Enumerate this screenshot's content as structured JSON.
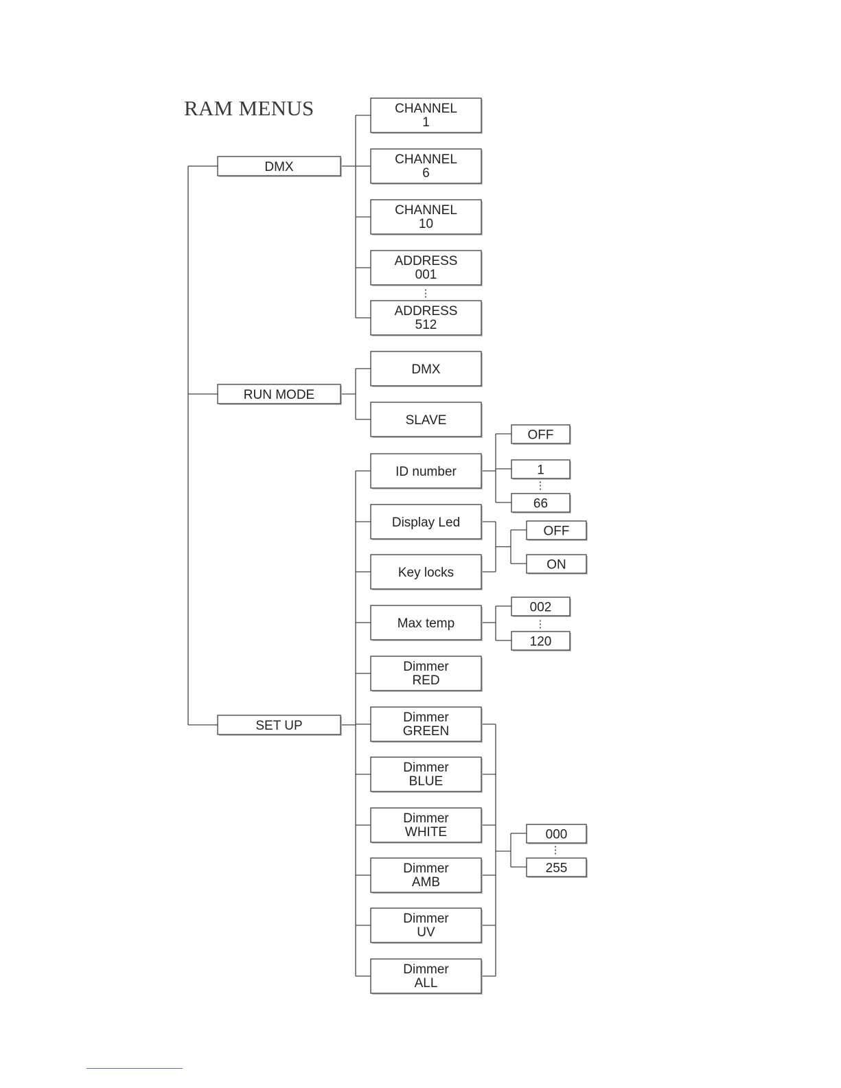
{
  "page": {
    "title": "RAM MENUS"
  },
  "diagram": {
    "main_menu": [
      "DMX",
      "RUN MODE",
      "SET UP"
    ],
    "dmx": [
      {
        "line1": "CHANNEL",
        "line2": "1"
      },
      {
        "line1": "CHANNEL",
        "line2": "6"
      },
      {
        "line1": "CHANNEL",
        "line2": "10"
      },
      {
        "line1": "ADDRESS",
        "line2": "001"
      },
      {
        "line1": "ADDRESS",
        "line2": "512"
      }
    ],
    "run_mode": [
      "DMX",
      "SLAVE"
    ],
    "setup": [
      {
        "line1": "ID number",
        "line2": ""
      },
      {
        "line1": "Display Led",
        "line2": ""
      },
      {
        "line1": "Key locks",
        "line2": ""
      },
      {
        "line1": "Max temp",
        "line2": ""
      },
      {
        "line1": "Dimmer",
        "line2": "RED"
      },
      {
        "line1": "Dimmer",
        "line2": "GREEN"
      },
      {
        "line1": "Dimmer",
        "line2": "BLUE"
      },
      {
        "line1": "Dimmer",
        "line2": "WHITE"
      },
      {
        "line1": "Dimmer",
        "line2": "AMB"
      },
      {
        "line1": "Dimmer",
        "line2": "UV"
      },
      {
        "line1": "Dimmer",
        "line2": "ALL"
      }
    ],
    "id_values": [
      "OFF",
      "1",
      "66"
    ],
    "led_key_values": [
      "OFF",
      "ON"
    ],
    "temp_values": [
      "002",
      "120"
    ],
    "dimmer_values": [
      "000",
      "255"
    ],
    "continuation_mark": "⋮"
  }
}
